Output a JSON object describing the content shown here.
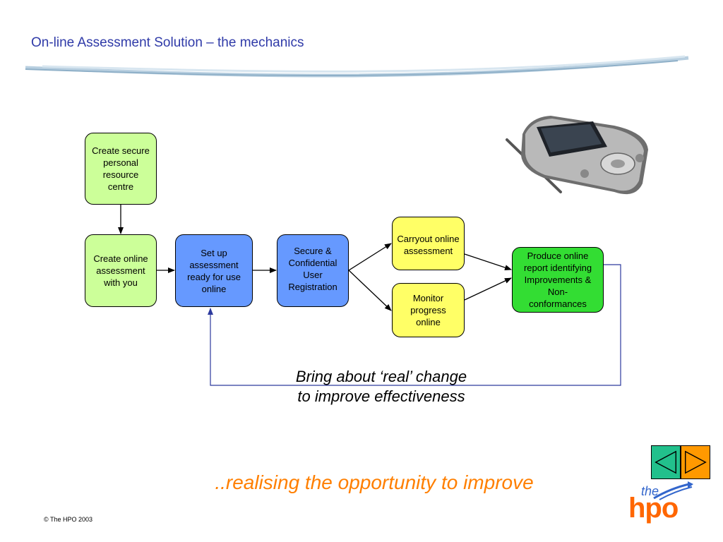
{
  "slide": {
    "title": "On-line Assessment Solution – the mechanics",
    "change_line1": "Bring about ‘real’ change",
    "change_line2": "to improve effectiveness",
    "tagline": "..realising the opportunity to improve",
    "copyright": "© The HPO 2003"
  },
  "boxes": {
    "b1": "Create secure\npersonal\nresource\ncentre",
    "b2": "Create online\nassessment\nwith you",
    "b3": "Set up\nassessment\nready for use\nonline",
    "b4": "Secure &\nConfidential\nUser\nRegistration",
    "b5": "Carryout online\nassessment",
    "b6": "Monitor\nprogress\nonline",
    "b7": "Produce online\nreport identifying\nImprovements &\nNon-\nconformances"
  },
  "logo": {
    "the": "the",
    "hpo": "hpo"
  },
  "colors": {
    "title": "#2f3aa8",
    "pale_green": "#ccff99",
    "blue": "#6699ff",
    "yellow": "#ffff66",
    "green": "#33dd33",
    "tagline": "#ff7f00",
    "feedback_line": "#2d3a9e"
  },
  "icons": {
    "back": "triangle-left-icon",
    "forward": "triangle-right-icon"
  }
}
